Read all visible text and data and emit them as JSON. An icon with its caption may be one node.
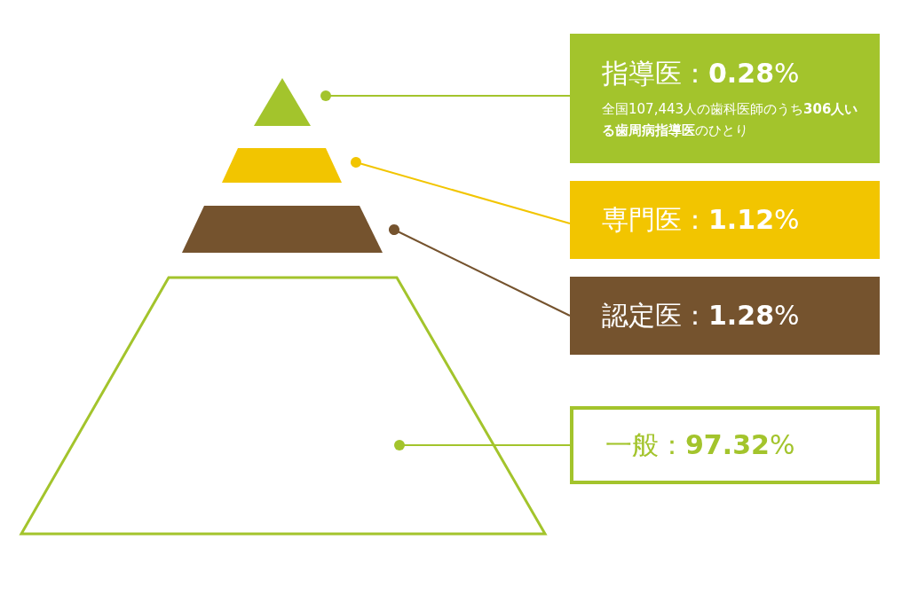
{
  "diagram": {
    "nodes": [
      {
        "text": [],
        "shape": "triangle"
      },
      {
        "text": [
          "指導医：**0.28**%",
          "全国107,443人の歯科医師のうち**306人いる歯周病指導医**のひとり"
        ]
      },
      {
        "text": [],
        "shape": "trapezoid"
      },
      {
        "text": [
          "専門医：**1.12**%"
        ]
      },
      {
        "text": [],
        "shape": "trapezoid"
      },
      {
        "text": [
          "認定医：**1.28**%"
        ]
      },
      {
        "text": [],
        "shape": "trapezoid"
      },
      {
        "text": [
          "一般：**97.32**%"
        ]
      }
    ],
    "edges": [
      {
        "from": 1,
        "to": 0,
        "arrow": "other"
      },
      {
        "from": 3,
        "to": 2,
        "arrow": "other",
        "color": "#f2c500"
      },
      {
        "from": 5,
        "to": 4,
        "arrow": "other",
        "color": "#75532e"
      },
      {
        "from": 7,
        "to": 6,
        "arrow": "other"
      }
    ]
  }
}
